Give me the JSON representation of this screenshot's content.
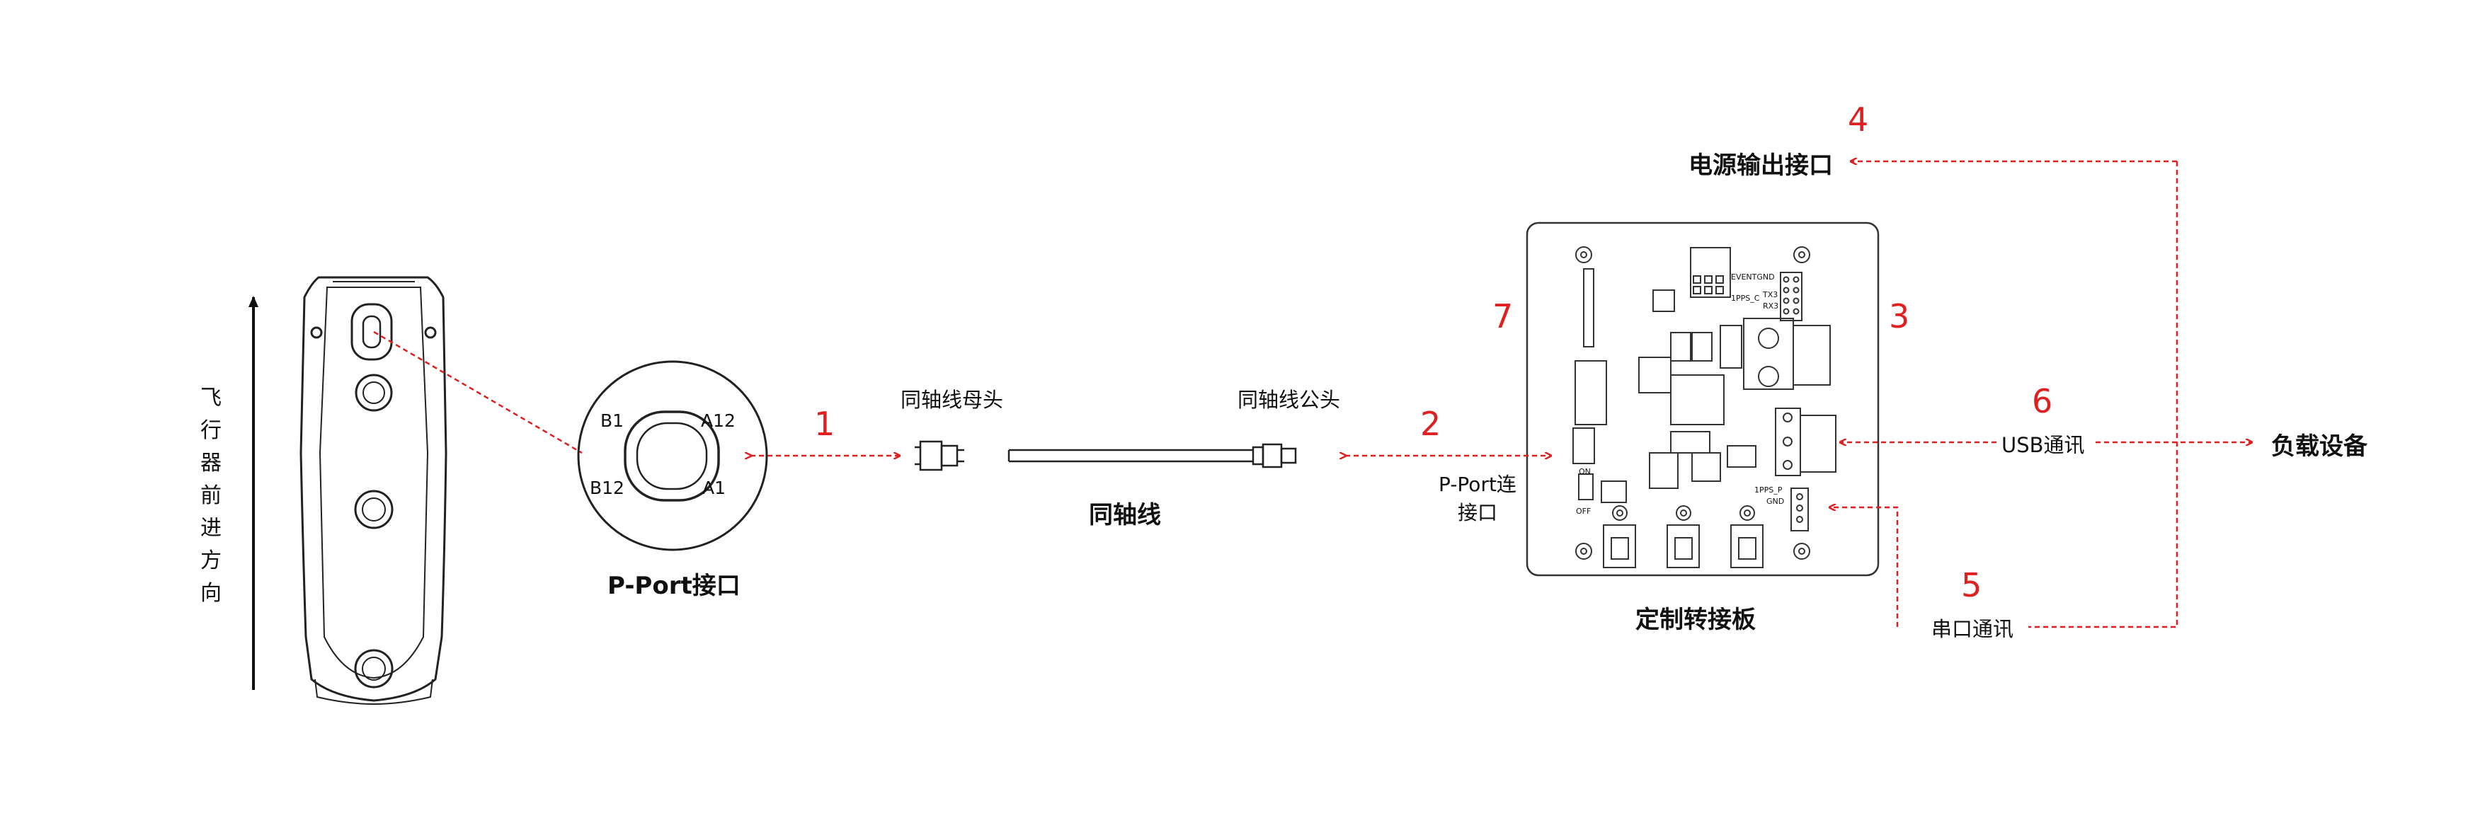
{
  "direction_label": "飞行器前进方向",
  "pin_labels": {
    "b1": "B1",
    "a12": "A12",
    "b12": "B12",
    "a1": "A1"
  },
  "pport_interface": "P-Port接口",
  "coax_female": "同轴线母头",
  "coax_male": "同轴线公头",
  "coax_cable": "同轴线",
  "pport_connector": "P-Port连接口",
  "board_title": "定制转接板",
  "power_output": "电源输出接口",
  "usb_comm": "USB通讯",
  "serial_comm": "串口通讯",
  "payload_device": "负载设备",
  "numbers": {
    "n1": "1",
    "n2": "2",
    "n3": "3",
    "n4": "4",
    "n5": "5",
    "n6": "6",
    "n7": "7"
  },
  "board_silk": {
    "s1": "EVENTGND",
    "s2": "1PPS_C",
    "s3": "TX3",
    "s4": "RX3",
    "s5": "1PPS_P",
    "s6": "GND",
    "s7": "ON",
    "s8": "OFF"
  },
  "colors": {
    "accent": "#e02020",
    "line": "#222222"
  }
}
